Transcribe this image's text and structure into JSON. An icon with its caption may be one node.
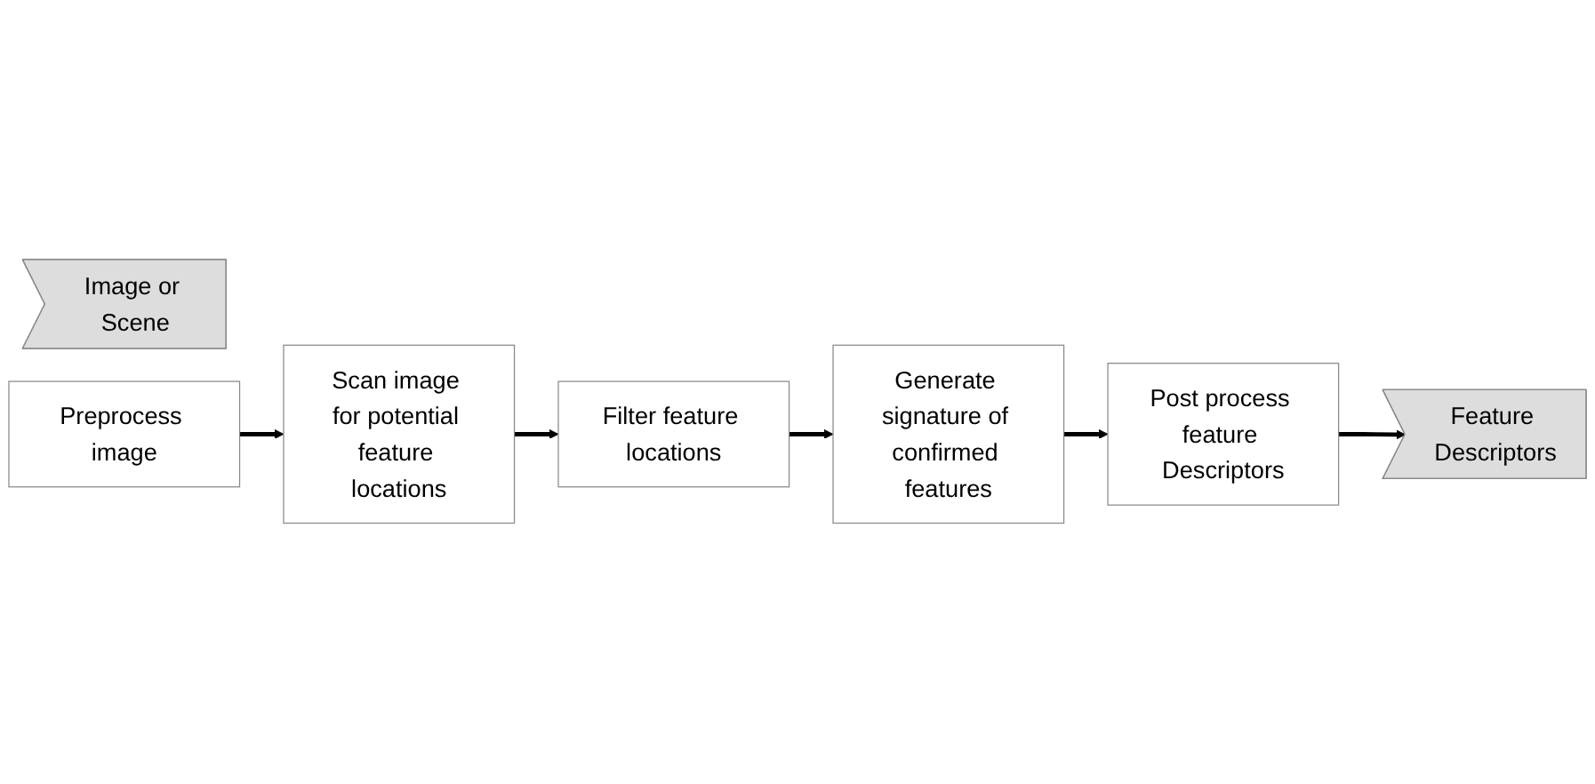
{
  "diagram": {
    "nodes": [
      {
        "text": [
          "Image or Scene"
        ]
      },
      {
        "text": [
          "Preprocess image"
        ]
      },
      {
        "text": [
          "Scan image for potential feature locations"
        ]
      },
      {
        "text": [
          "Filter feature locations"
        ]
      },
      {
        "text": [
          "Generate signature of confirmed features"
        ]
      },
      {
        "text": [
          "Post process feature Descriptors"
        ]
      },
      {
        "text": [
          "Feature Descriptors"
        ]
      }
    ],
    "edges": [
      {
        "from": 1,
        "to": 2,
        "arrow": "to"
      },
      {
        "from": 2,
        "to": 3,
        "arrow": "to"
      },
      {
        "from": 3,
        "to": 4,
        "arrow": "to"
      },
      {
        "from": 4,
        "to": 5,
        "arrow": "to"
      },
      {
        "from": 5,
        "to": 6,
        "arrow": "to"
      }
    ]
  }
}
